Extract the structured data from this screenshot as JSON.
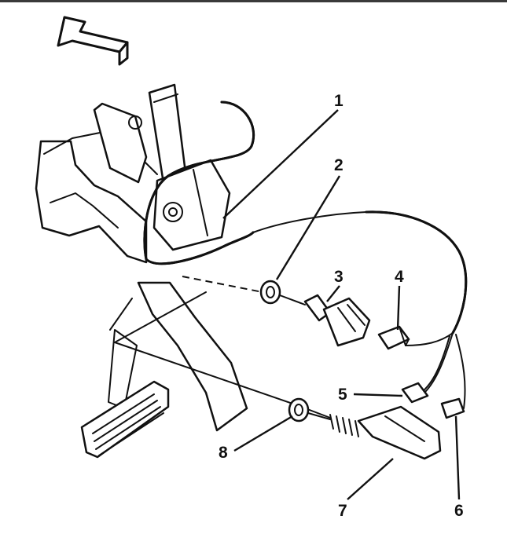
{
  "callouts": [
    {
      "id": "1",
      "label": "1"
    },
    {
      "id": "2",
      "label": "2"
    },
    {
      "id": "3",
      "label": "3"
    },
    {
      "id": "4",
      "label": "4"
    },
    {
      "id": "5",
      "label": "5"
    },
    {
      "id": "6",
      "label": "6"
    },
    {
      "id": "7",
      "label": "7"
    },
    {
      "id": "8",
      "label": "8"
    }
  ],
  "icons": {
    "direction_arrow": "forward-arrow-icon"
  },
  "colors": {
    "ink": "#111111",
    "paper": "#ffffff",
    "top_rule": "#3a3a3a"
  }
}
